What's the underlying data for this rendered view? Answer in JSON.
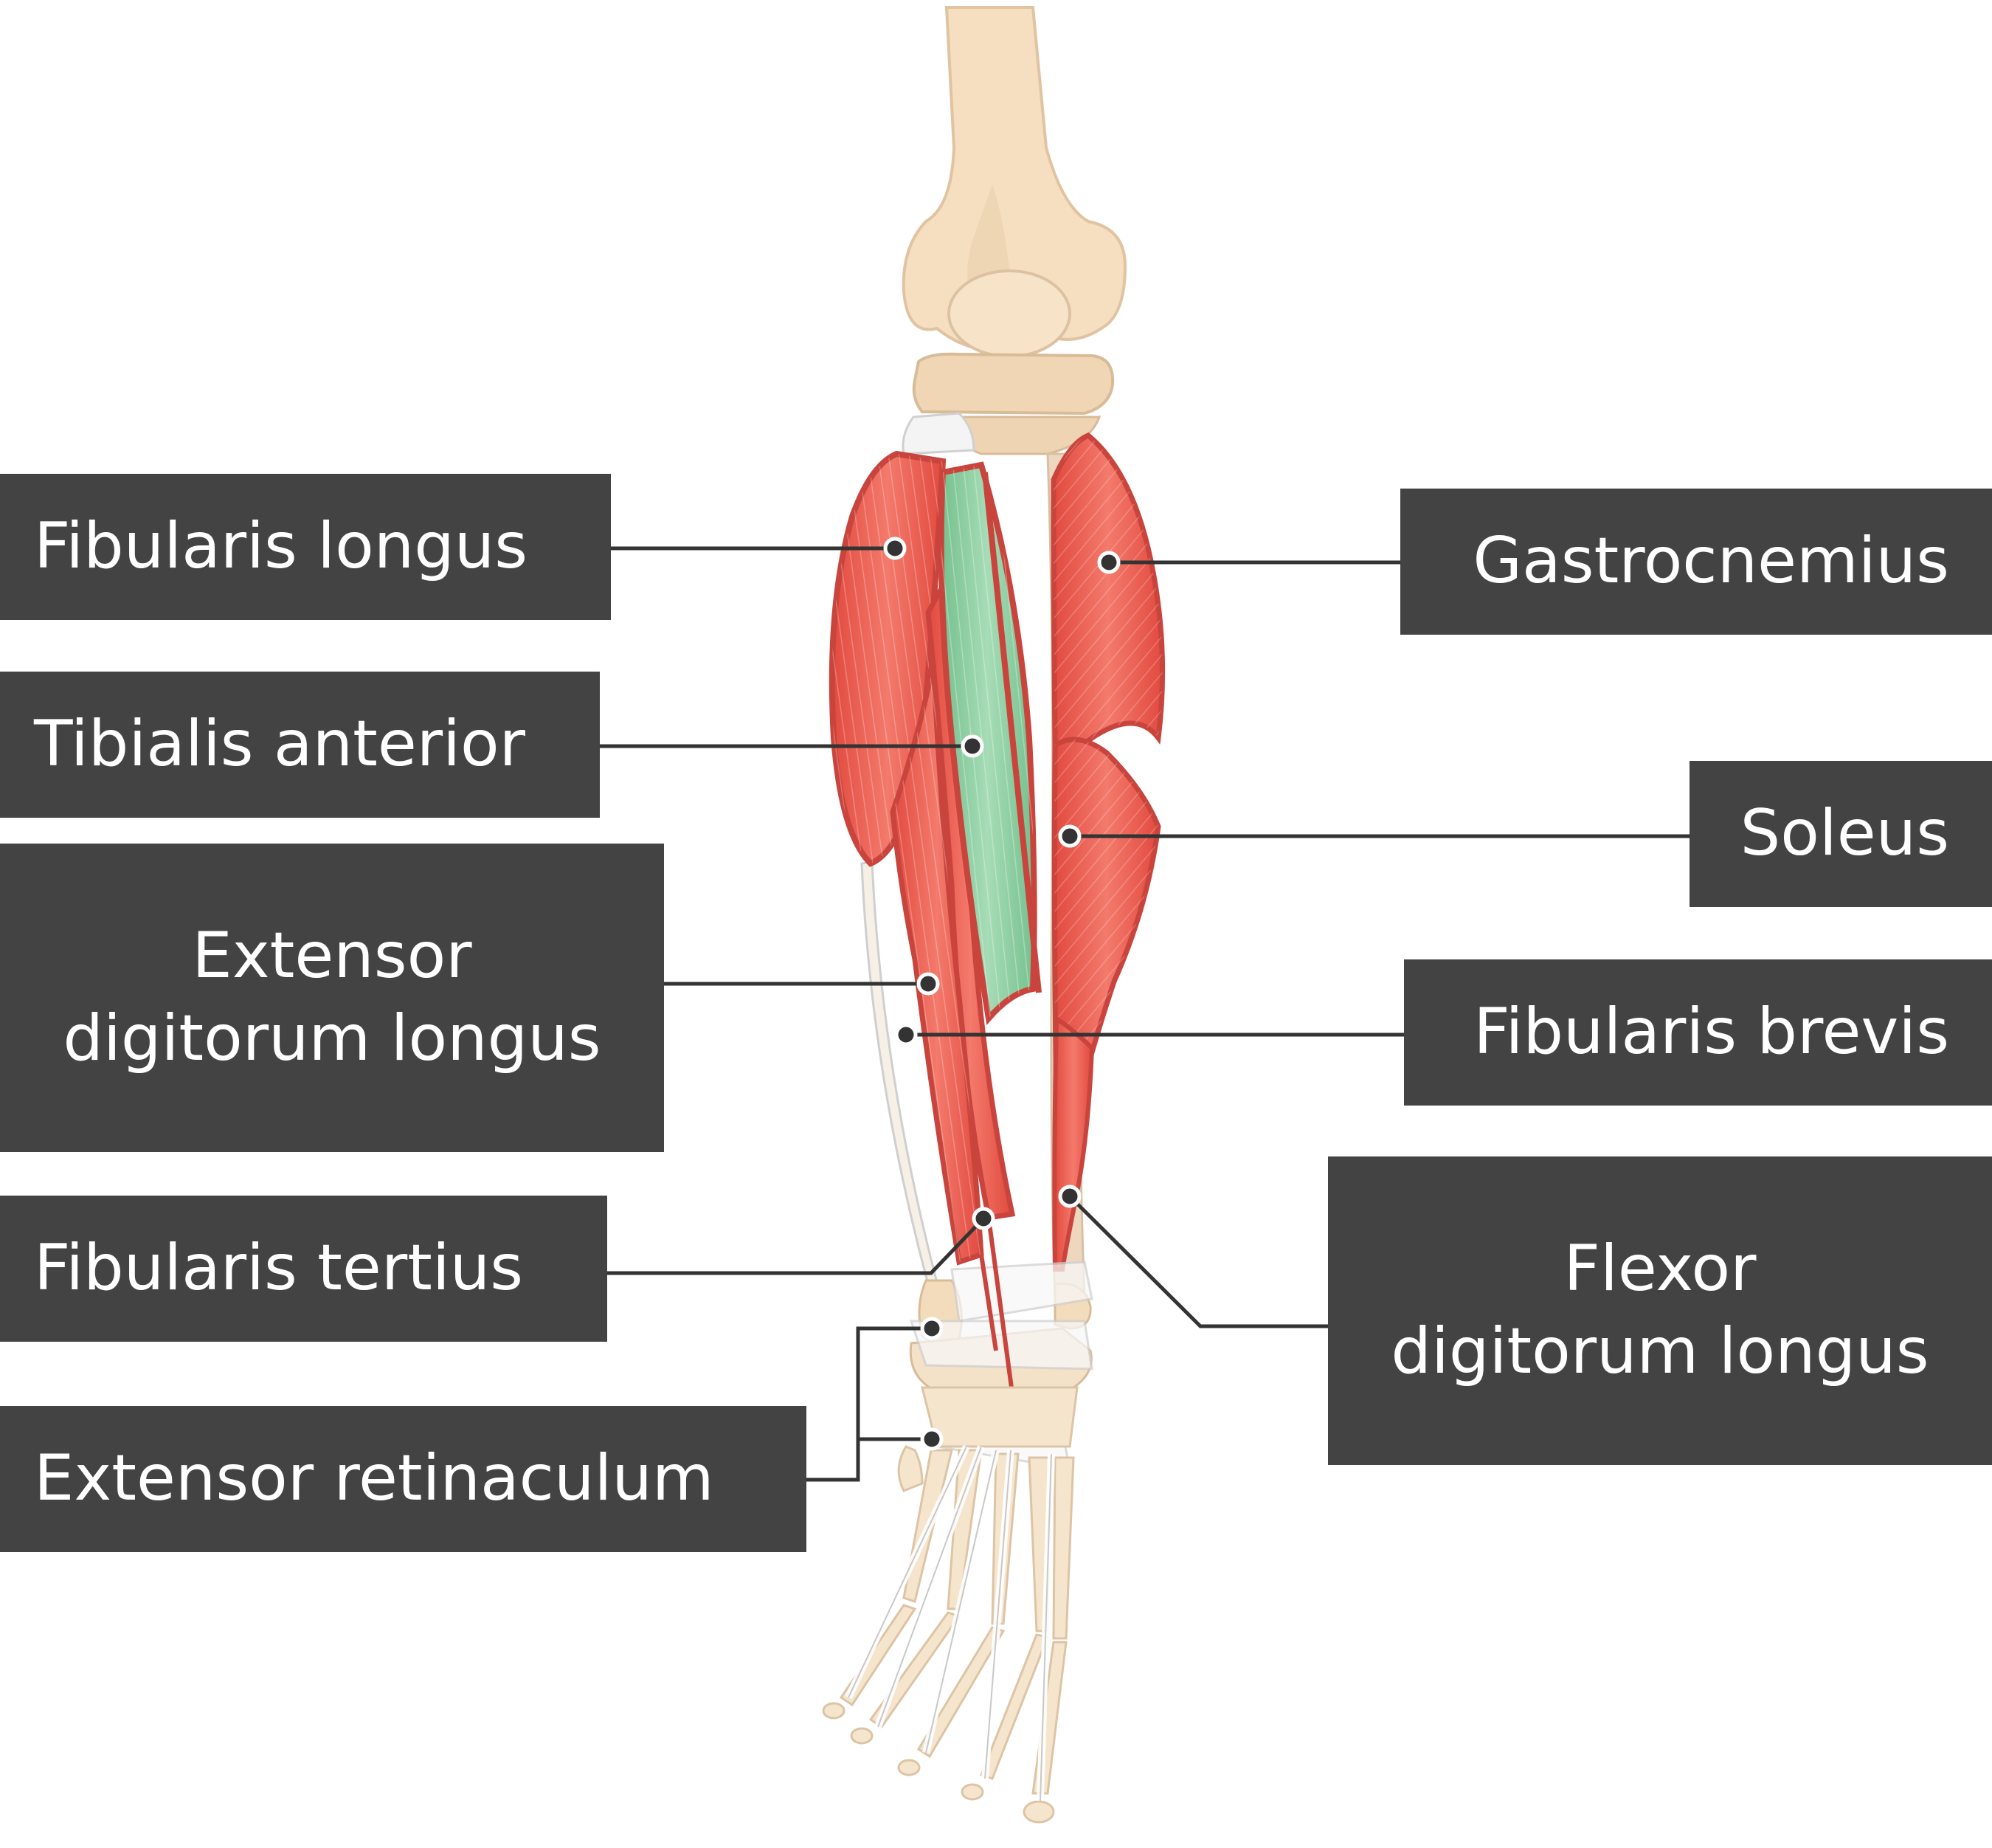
{
  "labels": {
    "fibularis_longus": "Fibularis longus",
    "tibialis_anterior": "Tibialis anterior",
    "extensor_digitorum_longus": "Extensor\ndigitorum longus",
    "fibularis_tertius": "Fibularis tertius",
    "extensor_retinaculum": "Extensor retinaculum",
    "gastrocnemius": "Gastrocnemius",
    "soleus": "Soleus",
    "fibularis_brevis": "Fibularis brevis",
    "flexor_digitorum_longus": "Flexor\ndigitorum longus"
  },
  "colors": {
    "label_background": "#434343",
    "label_text": "#ffffff",
    "leader_line": "#333333",
    "muscle": "#e8594c",
    "muscle_outline": "#c9443c",
    "highlighted_muscle": "#8ccba0",
    "bone": "#f5dfc0",
    "bone_outline": "#d9bfa0",
    "tendon": "#f4f4f4"
  },
  "highlighted_structure": "Tibialis anterior"
}
